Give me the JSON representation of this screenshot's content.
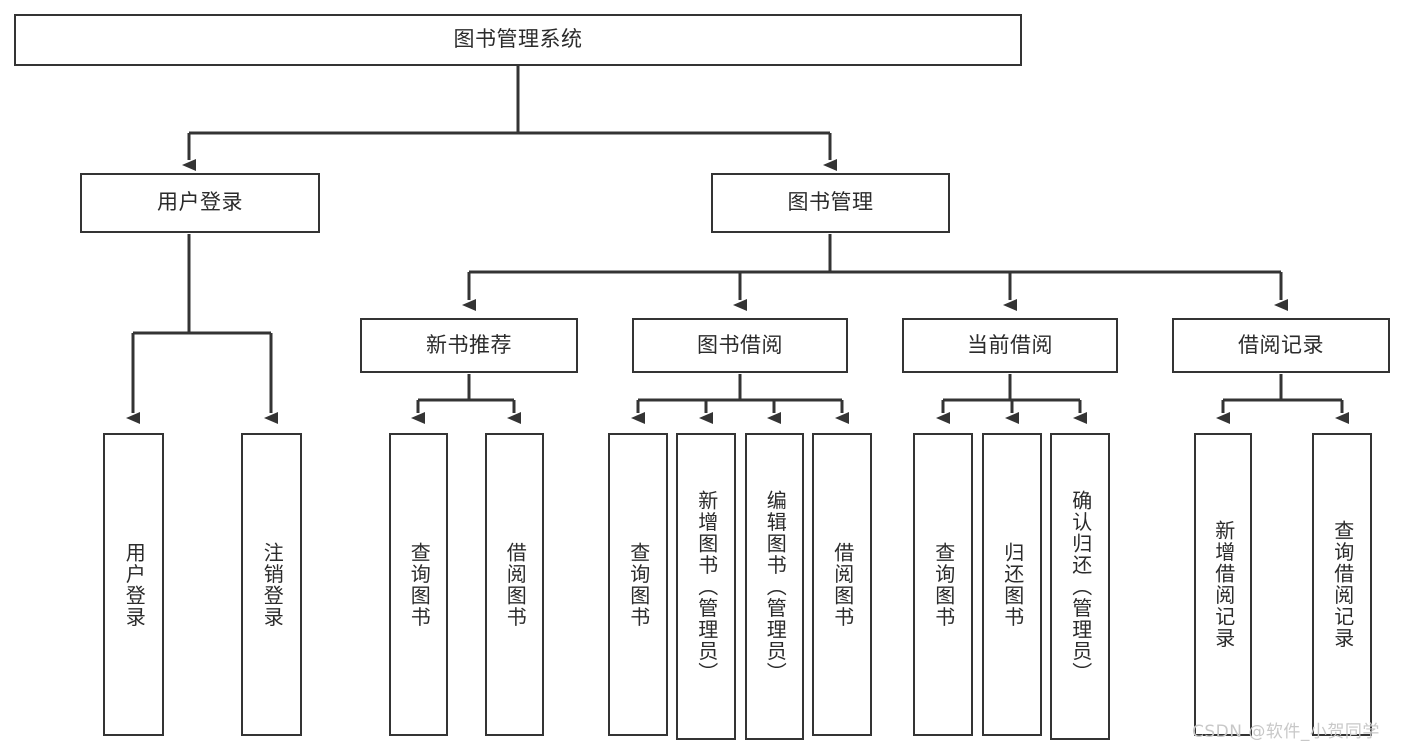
{
  "diagram": {
    "type": "tree-hierarchy",
    "title": "图书管理系统",
    "watermark": "CSDN @软件_小贺同学",
    "colors": {
      "stroke": "#343434",
      "background": "#ffffff",
      "text": "#2b2b2b",
      "watermark": "#c8c8c8"
    },
    "levels": {
      "root": {
        "label": "图书管理系统"
      },
      "level2": [
        {
          "label": "用户登录"
        },
        {
          "label": "图书管理"
        }
      ],
      "level3": [
        {
          "label": "新书推荐"
        },
        {
          "label": "图书借阅"
        },
        {
          "label": "当前借阅"
        },
        {
          "label": "借阅记录"
        }
      ],
      "leaves": {
        "user_login": [
          {
            "label": "用户登录"
          },
          {
            "label": "注销登录"
          }
        ],
        "new_book_recommend": [
          {
            "label": "查询图书"
          },
          {
            "label": "借阅图书"
          }
        ],
        "book_borrow": [
          {
            "label": "查询图书"
          },
          {
            "label": "新增图书（管理员）"
          },
          {
            "label": "编辑图书（管理员）"
          },
          {
            "label": "借阅图书"
          }
        ],
        "current_borrow": [
          {
            "label": "查询图书"
          },
          {
            "label": "归还图书"
          },
          {
            "label": "确认归还（管理员）"
          }
        ],
        "borrow_record": [
          {
            "label": "新增借阅记录"
          },
          {
            "label": "查询借阅记录"
          }
        ]
      }
    }
  }
}
